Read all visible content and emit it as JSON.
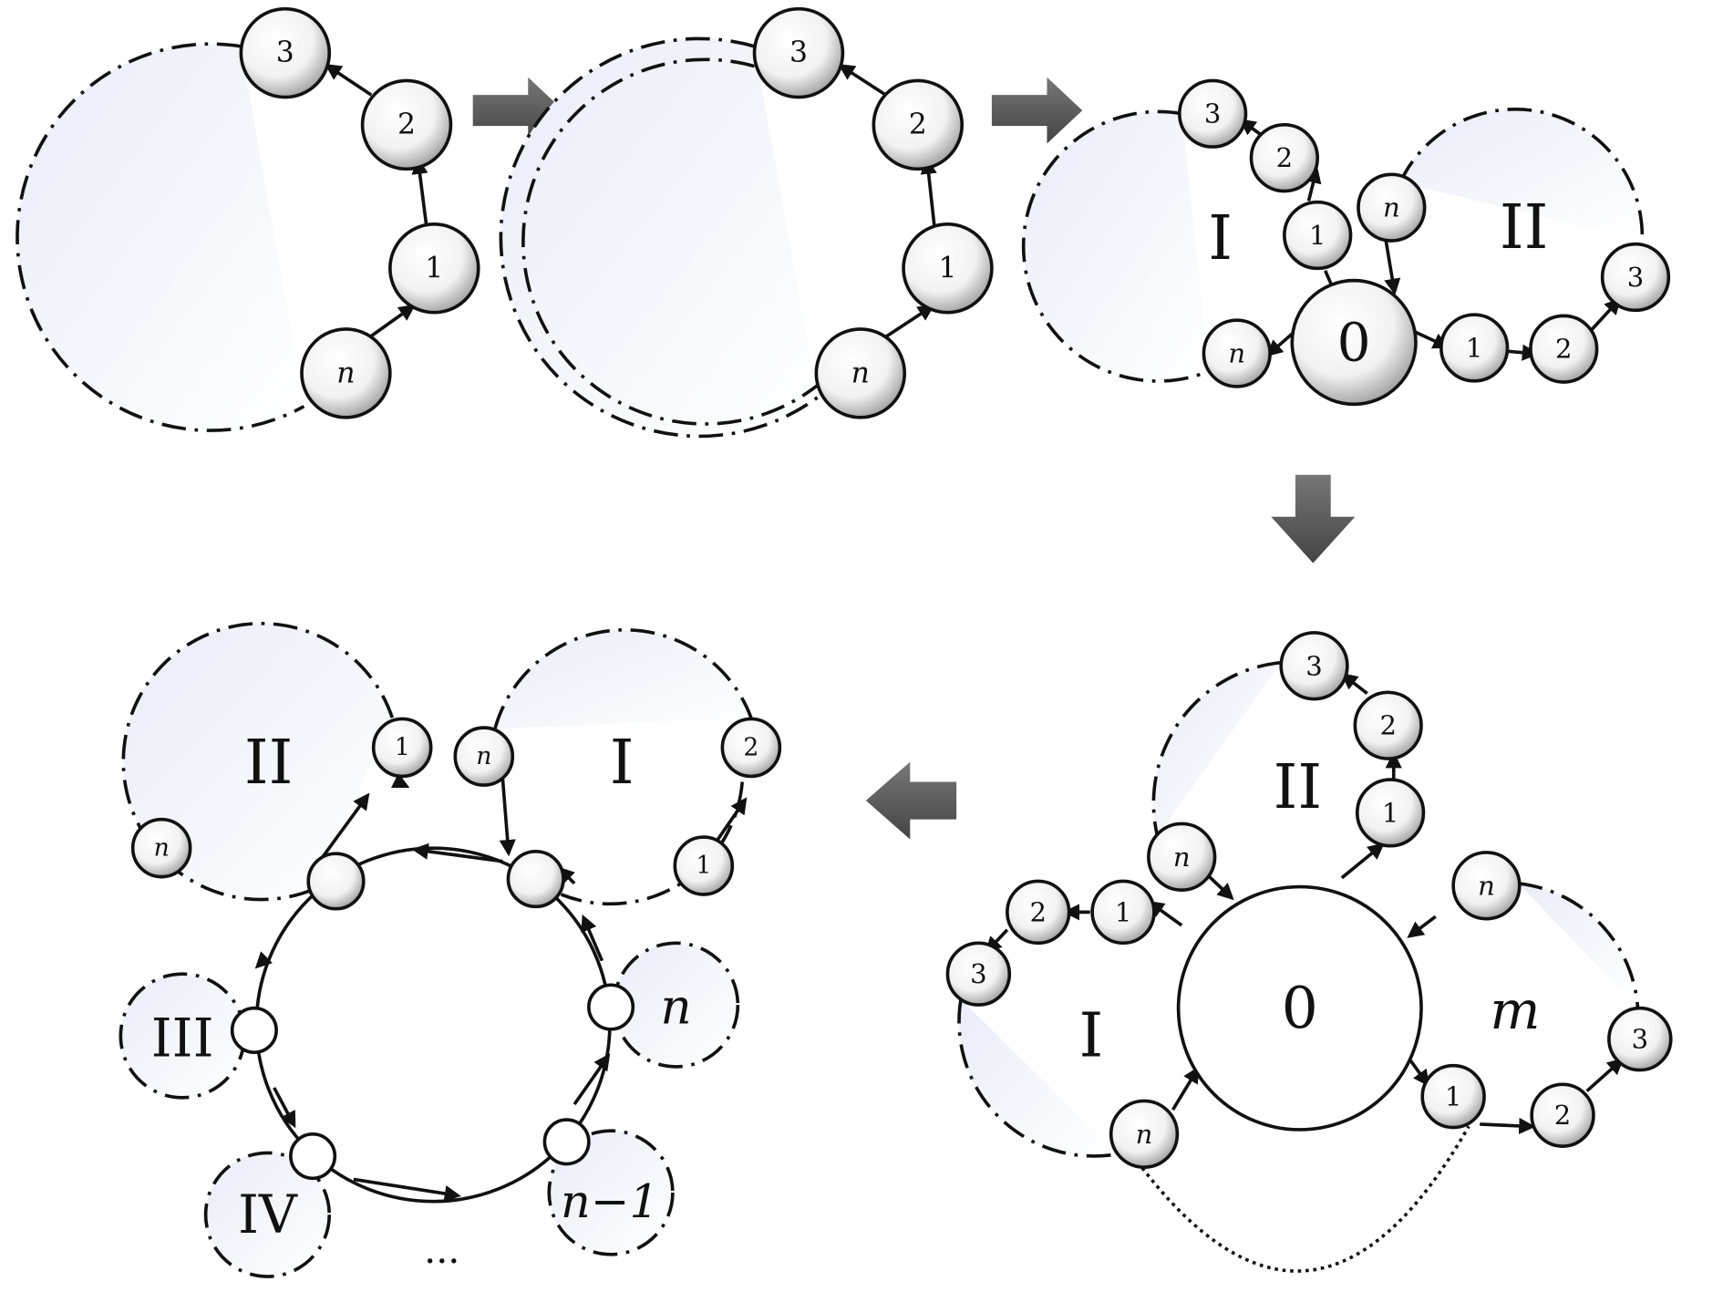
{
  "colors": {
    "arrow": "#555555",
    "line": "#111111",
    "ball_fill": "#ffffff",
    "region_fill": "#eef1f8"
  },
  "step1": {
    "balls": [
      "3",
      "2",
      "1",
      "n"
    ]
  },
  "step2": {
    "balls": [
      "3",
      "2",
      "1",
      "n"
    ]
  },
  "step3": {
    "balls": [
      "3",
      "2",
      "1",
      "n",
      "0",
      "n",
      "1",
      "2",
      "3"
    ],
    "regions": [
      "I",
      "II"
    ]
  },
  "step4": {
    "balls": [
      "3",
      "2",
      "1",
      "n",
      "1",
      "2",
      "3",
      "n",
      "n",
      "3",
      "2",
      "1",
      "0"
    ],
    "regions": [
      "I",
      "II",
      "m"
    ]
  },
  "step5": {
    "balls": [
      "1",
      "n",
      "n",
      "2",
      "1"
    ],
    "regions": [
      "II",
      "I",
      "III",
      "n",
      "IV",
      "n−1"
    ],
    "ellipsis": "..."
  }
}
